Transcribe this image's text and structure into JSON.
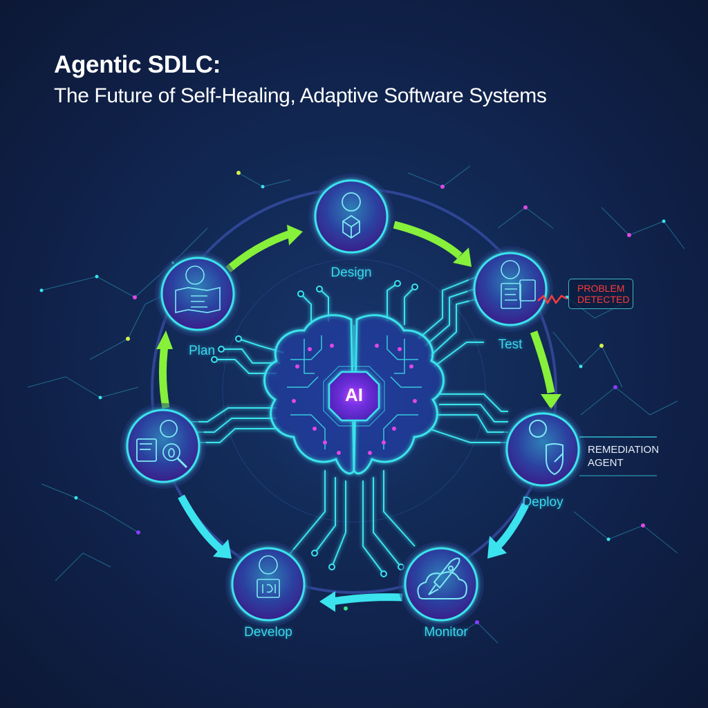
{
  "header": {
    "title": "Agentic SDLC:",
    "subtitle": "The Future of Self-Healing, Adaptive Software Systems"
  },
  "center": {
    "label": "AI",
    "icon": "brain-circuit-icon"
  },
  "stages": [
    {
      "id": "design",
      "label": "Design",
      "icon": "design-cube-icon"
    },
    {
      "id": "test",
      "label": "Test",
      "icon": "test-document-icon"
    },
    {
      "id": "deploy",
      "label": "Deploy",
      "icon": "shield-icon"
    },
    {
      "id": "monitor",
      "label": "Monitor",
      "icon": "rocket-cloud-icon"
    },
    {
      "id": "develop",
      "label": "Develop",
      "icon": "code-screen-icon"
    },
    {
      "id": "debug",
      "label": "",
      "icon": "bug-magnifier-icon"
    },
    {
      "id": "plan",
      "label": "Plan",
      "icon": "document-plan-icon"
    }
  ],
  "callouts": {
    "problem": {
      "line1": "PROBLEM",
      "line2": "DETECTED",
      "color": "#ff3b3b"
    },
    "remediation": {
      "line1": "REMEDIATION",
      "line2": "AGENT",
      "color": "#e8eef8"
    }
  },
  "colors": {
    "background": "#122a57",
    "accent_cyan": "#3be3ee",
    "accent_green": "#86f03a",
    "accent_purple": "#8a3cff",
    "node_magenta": "#e048e6"
  }
}
